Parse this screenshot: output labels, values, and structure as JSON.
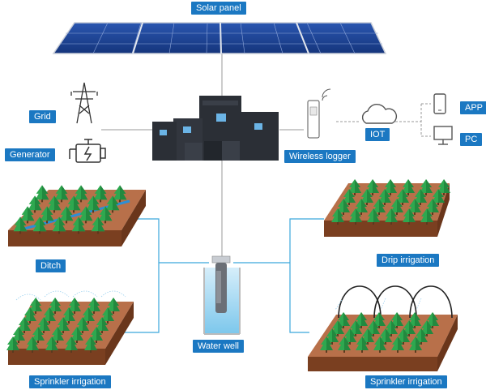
{
  "labels": {
    "solar_panel": "Solar panel",
    "grid": "Grid",
    "generator": "Generator",
    "wireless_logger": "Wireless logger",
    "iot": "IOT",
    "app": "APP",
    "pc": "PC",
    "ditch": "Ditch",
    "drip_irrigation": "Drip irrigation",
    "water_well": "Water well",
    "sprinkler_left": "Sprinkler irrigation",
    "sprinkler_right": "Sprinkler irrigation"
  },
  "colors": {
    "label_bg": "#1b78c2",
    "water_line": "#3ba7dc",
    "cable": "#999999",
    "soil": "#8a4a28",
    "tree": "#2ea84f",
    "panel": "#1d3f8e",
    "inverter": "#2b2f36"
  }
}
